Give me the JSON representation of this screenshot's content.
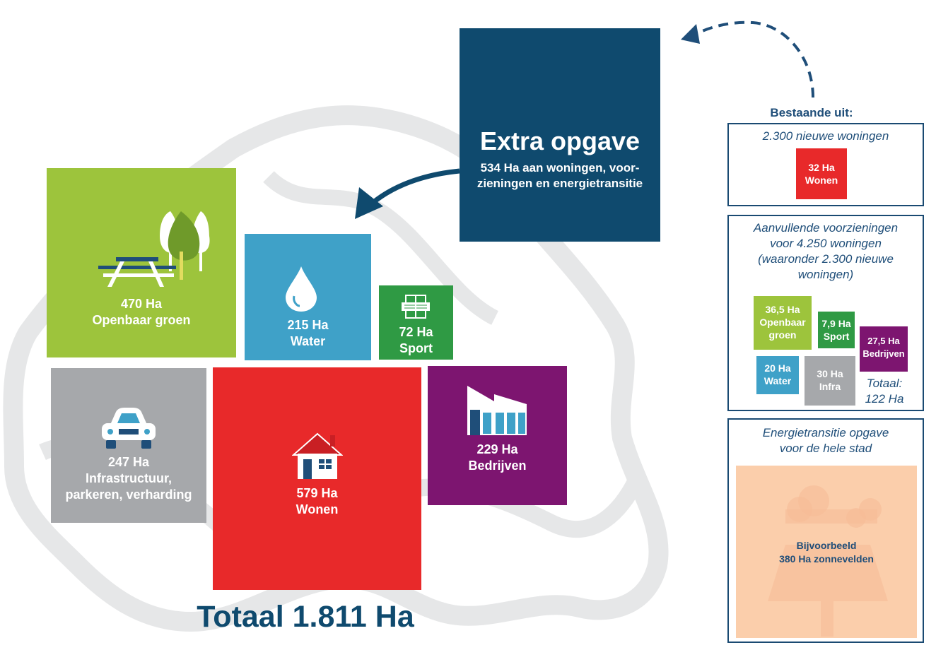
{
  "extra": {
    "title": "Extra opgave",
    "line1": "534 Ha aan woningen, voor-",
    "line2": "zieningen en energietransitie"
  },
  "total_label": "Totaal 1.811 Ha",
  "tiles": {
    "groen": {
      "ha": "470 Ha",
      "label": "Openbaar groen",
      "color": "#9dc43c"
    },
    "water": {
      "ha": "215 Ha",
      "label": "Water",
      "color": "#3fa1c8"
    },
    "sport": {
      "ha": "72 Ha",
      "label": "Sport",
      "color": "#2f9a44"
    },
    "infra": {
      "ha": "247 Ha",
      "line1": "Infrastructuur,",
      "line2": "parkeren, verharding",
      "color": "#a6a8ab"
    },
    "wonen": {
      "ha": "579 Ha",
      "label": "Wonen",
      "color": "#e8292a"
    },
    "bedrijven": {
      "ha": "229 Ha",
      "label": "Bedrijven",
      "color": "#7d1570"
    }
  },
  "side": {
    "heading": "Bestaande uit:",
    "box1": {
      "title": "2.300 nieuwe woningen",
      "tile_ha": "32 Ha",
      "tile_label": "Wonen"
    },
    "box2": {
      "title": [
        "Aanvullende voorzieningen",
        "voor 4.250 woningen",
        "(waaronder 2.300 nieuwe",
        "woningen)"
      ],
      "groen": {
        "ha": "36,5 Ha",
        "l1": "Openbaar",
        "l2": "groen"
      },
      "sport": {
        "ha": "7,9 Ha",
        "label": "Sport"
      },
      "bedrijven": {
        "ha": "27,5 Ha",
        "label": "Bedrijven"
      },
      "water": {
        "ha": "20 Ha",
        "label": "Water"
      },
      "infra": {
        "ha": "30 Ha",
        "label": "Infra"
      },
      "totaal1": "Totaal:",
      "totaal2": "122 Ha"
    },
    "box3": {
      "title": [
        "Energietransitie opgave",
        "voor de hele stad"
      ],
      "l1": "Bijvoorbeeld",
      "l2": "380 Ha zonnevelden"
    }
  },
  "colors": {
    "navy": "#0f4a6e",
    "heading": "#1f4e79",
    "solar": "#fbceab",
    "map": "#e6e7e8"
  }
}
